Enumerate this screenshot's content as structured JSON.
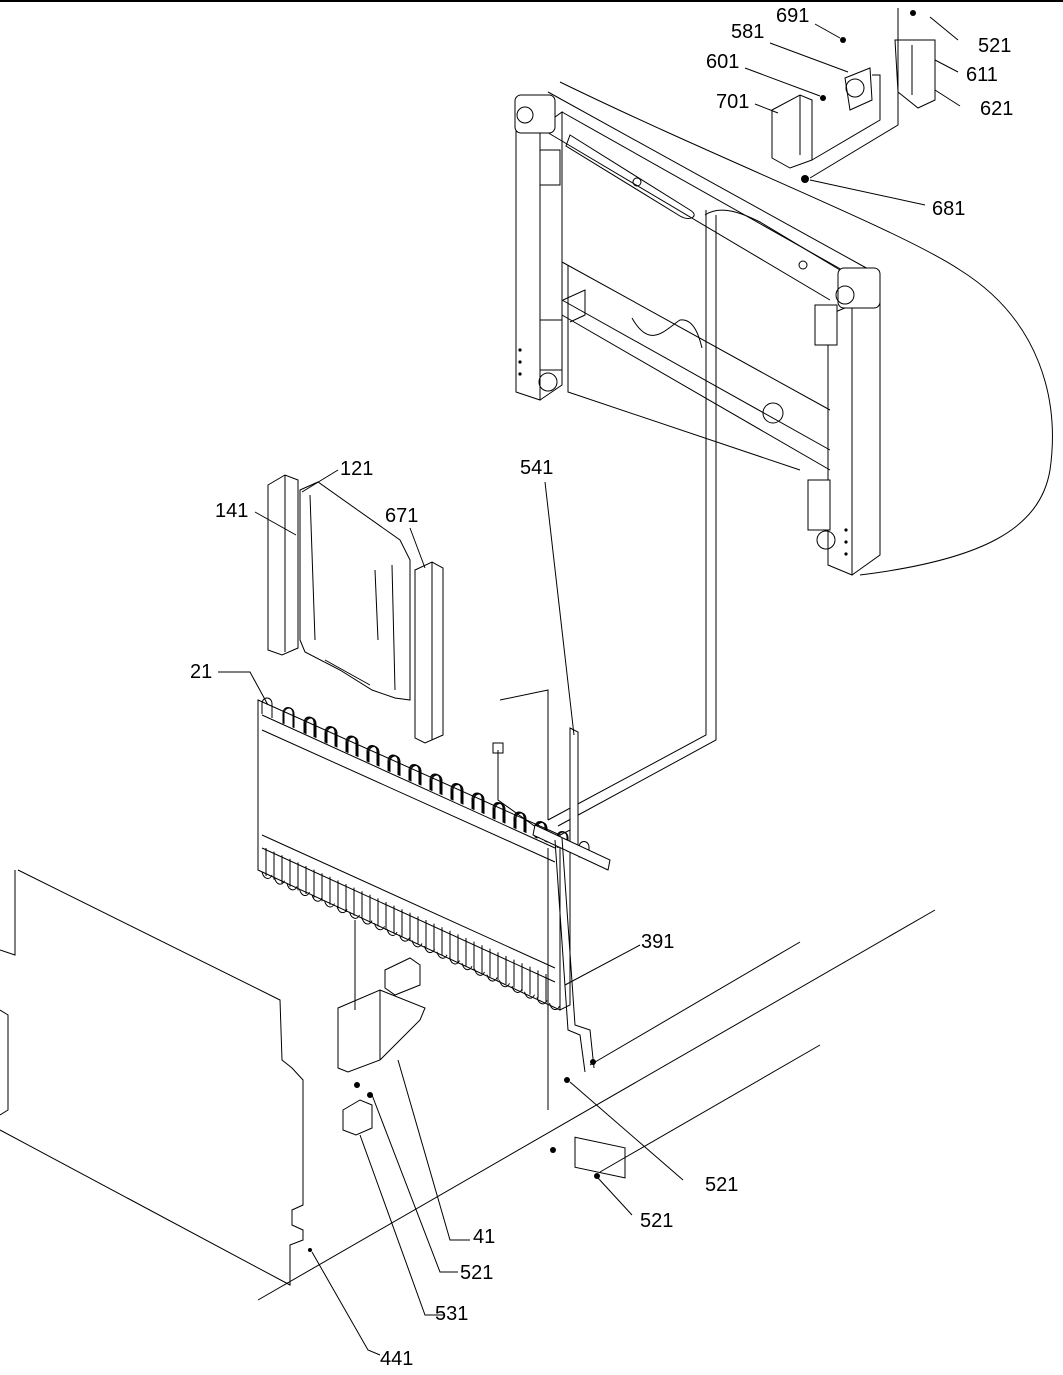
{
  "labels": {
    "p691": "691",
    "p581": "581",
    "p601": "601",
    "p701": "701",
    "p521_top": "521",
    "p611": "611",
    "p621": "621",
    "p681": "681",
    "p121": "121",
    "p141": "141",
    "p671": "671",
    "p541": "541",
    "p21": "21",
    "p391": "391",
    "p521_right_a": "521",
    "p521_right_b": "521",
    "p41": "41",
    "p521_left": "521",
    "p531": "531",
    "p441": "441"
  }
}
